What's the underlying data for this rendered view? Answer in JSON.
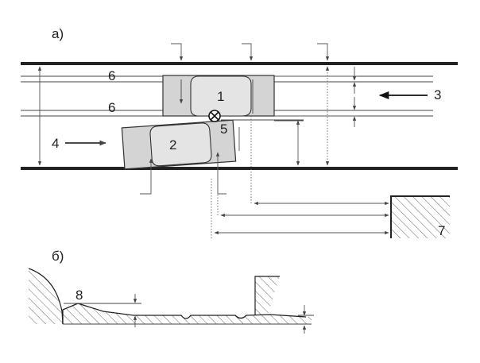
{
  "figure": {
    "section_a": "а)",
    "section_b": "б)",
    "labels": {
      "vehicle_1": "1",
      "vehicle_2": "2",
      "direction_3": "3",
      "direction_4": "4",
      "collision_point": "5",
      "lane_line_upper": "6",
      "lane_line_lower": "6",
      "roadside_object": "7",
      "curb": "8"
    }
  }
}
